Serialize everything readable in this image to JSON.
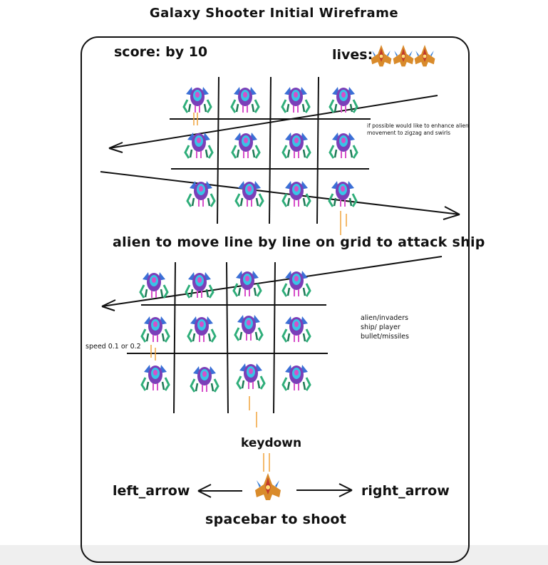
{
  "title": "Galaxy Shooter Initial Wireframe",
  "score_label": "score: by 10",
  "lives_label": "lives:",
  "note": "if possible would like to enhance alien movement to zigzag and swirls",
  "caption": "alien to move line by line on grid to attack ship",
  "legend": [
    "alien/invaders",
    "ship/ player",
    "bullet/missiles"
  ],
  "speed_label": "speed 0.1 or 0.2",
  "keydown_label": "keydown",
  "left_label": "left_arrow",
  "right_label": "right_arrow",
  "shoot_label": "spacebar to shoot",
  "colors": {
    "alien_body": "#7b3fb8",
    "alien_accent": "#39c3e6",
    "alien_legs": "#2fae7a",
    "bullet": "#f0a23a",
    "ship_body": "#d98b2b",
    "line": "#111111"
  }
}
